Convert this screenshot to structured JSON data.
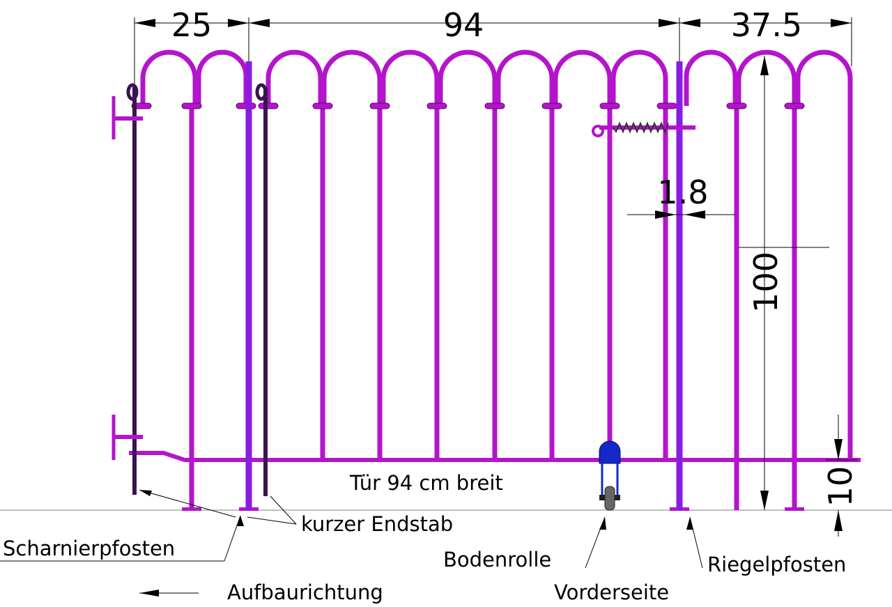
{
  "dimensions": {
    "left_width": "25",
    "gate_width": "94",
    "right_width": "37.5",
    "height": "100",
    "bar_diameter": "1.8",
    "ground_clearance": "10"
  },
  "labels": {
    "gate": "Tür 94 cm breit",
    "end_bar": "kurzer Endstab",
    "hinge_post": "Scharnierpfosten",
    "roller": "Bodenrolle",
    "latch_post": "Riegelpfosten",
    "build_direction": "Aufbaurichtung",
    "front_side": "Vorderseite"
  },
  "colors": {
    "bars": "#b414cc",
    "posts": "#8a1ce0",
    "hinge": "#3a1450",
    "roller": "#1428c8",
    "wheel": "#666666"
  }
}
